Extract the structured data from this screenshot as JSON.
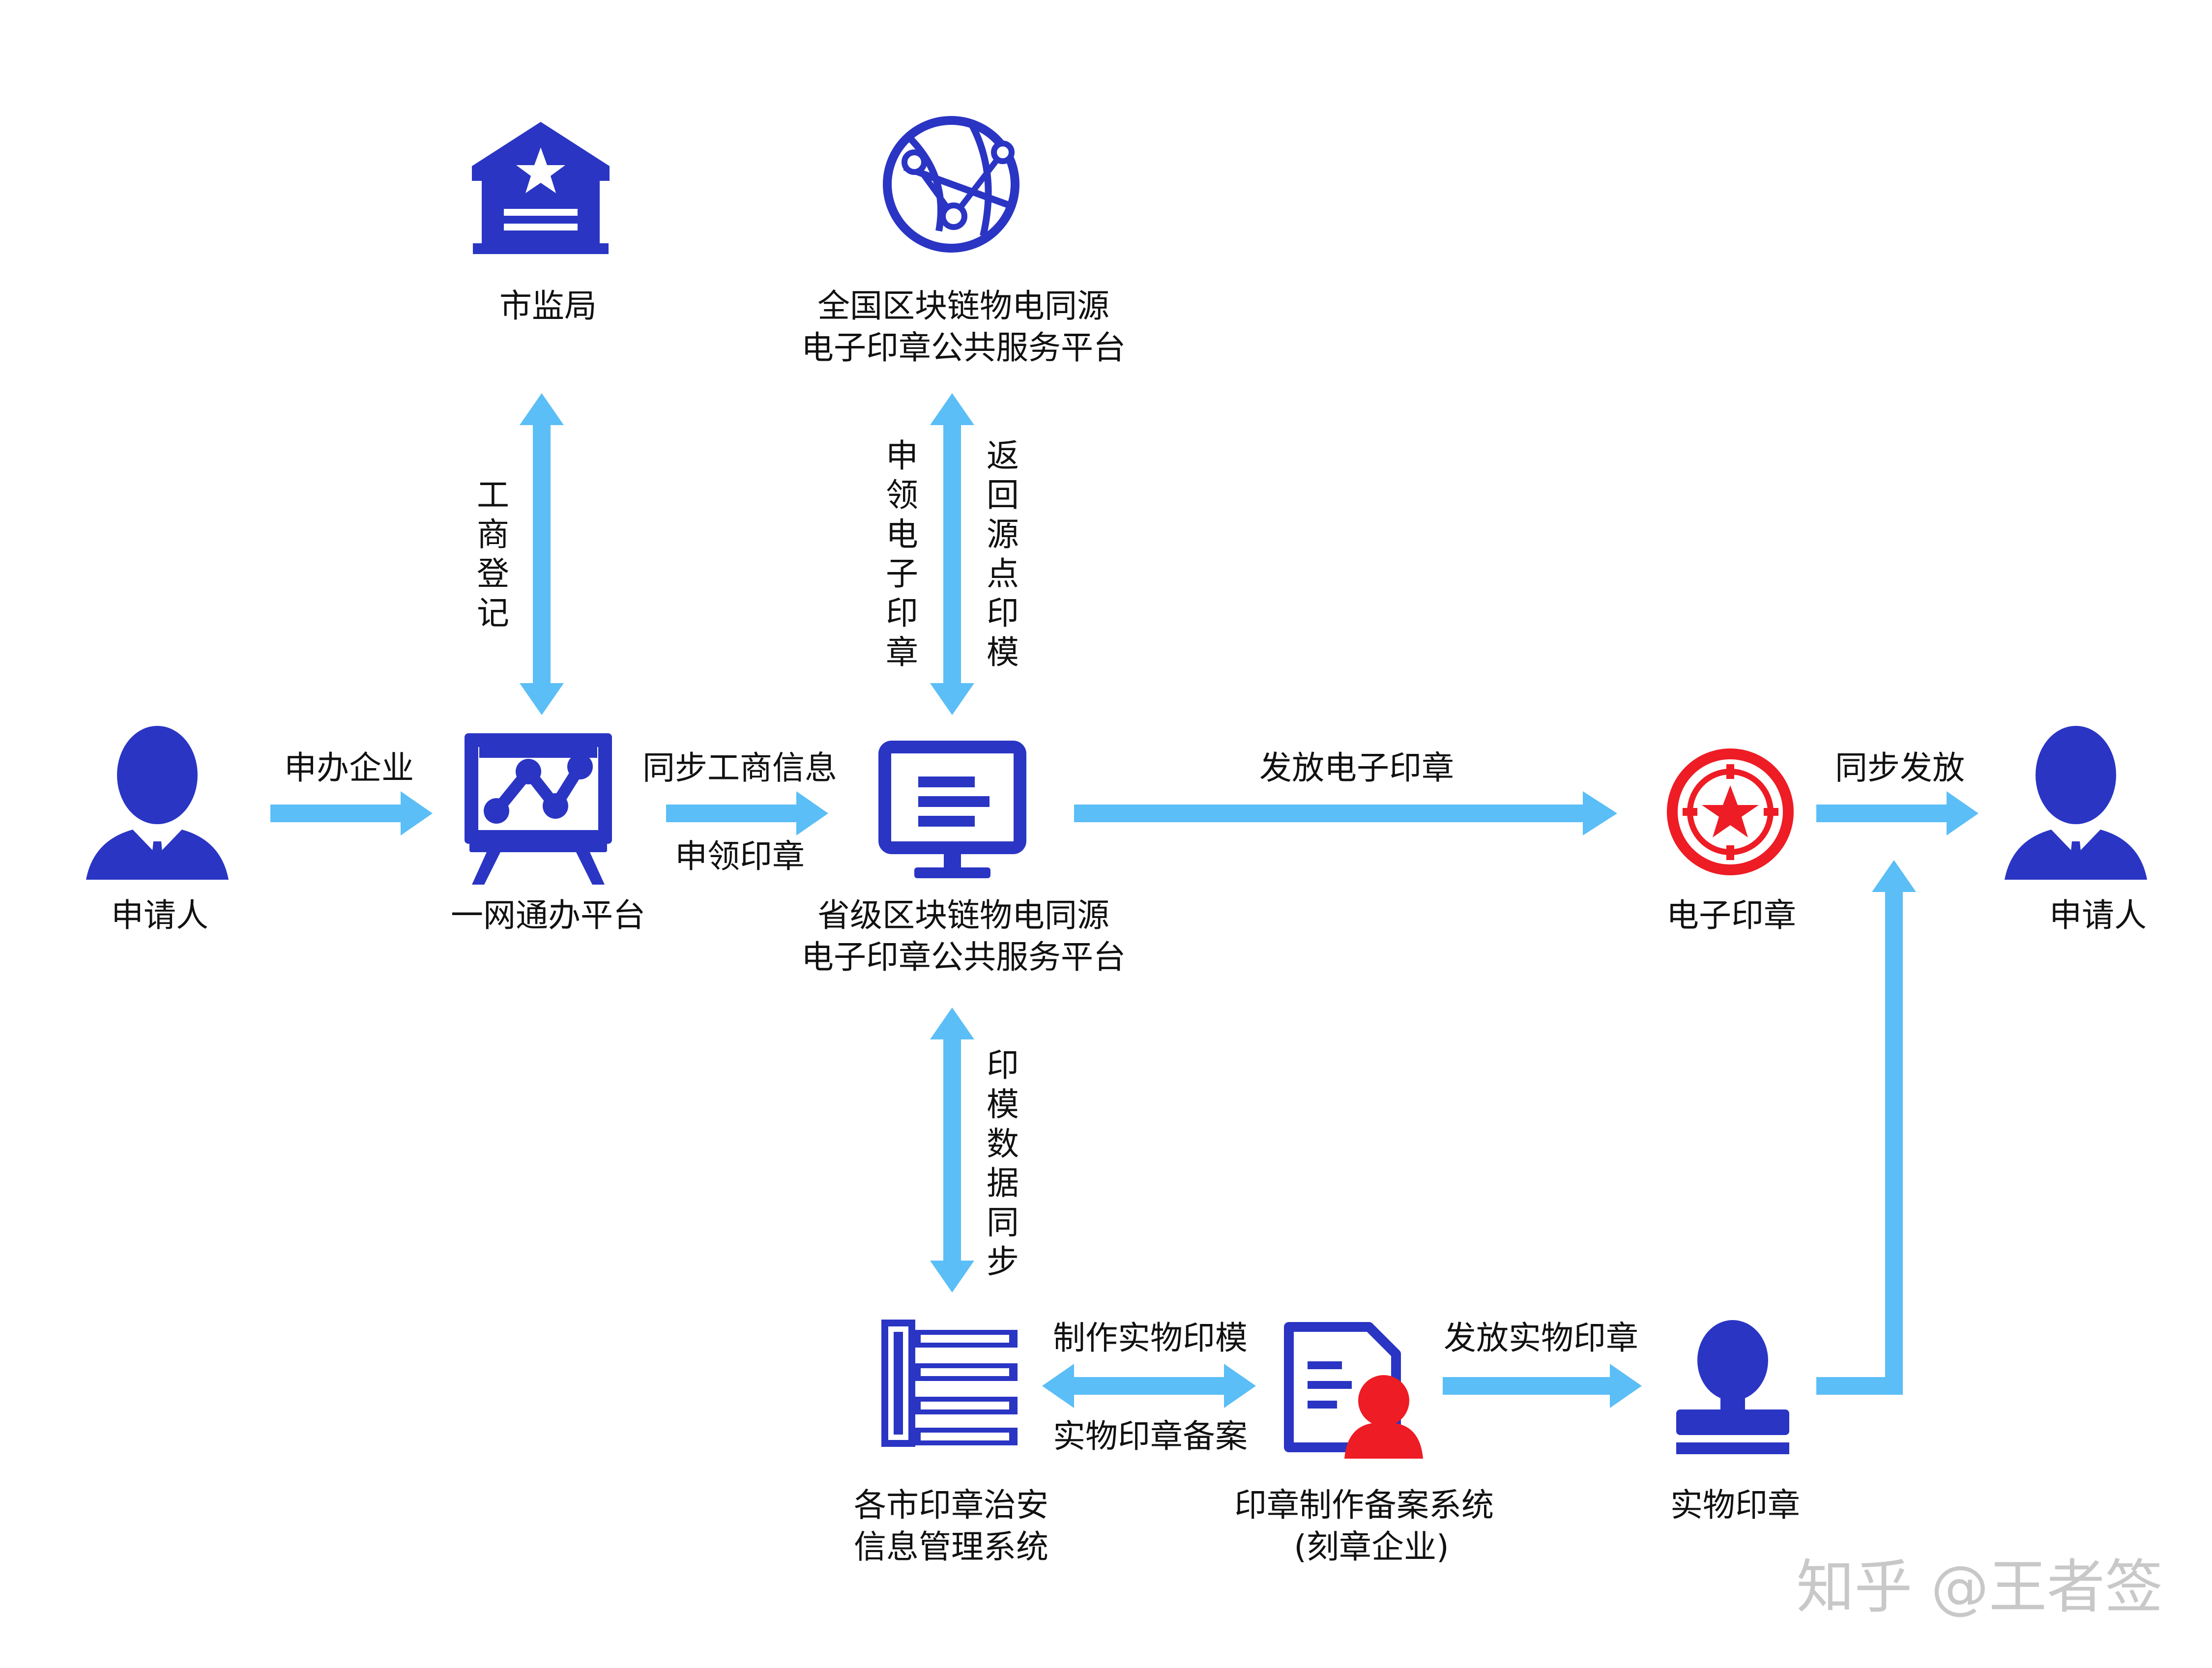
{
  "colors": {
    "icon_blue": "#2a35c4",
    "arrow_blue": "#5bbef6",
    "stamp_red": "#ee1c24"
  },
  "nodes": {
    "applicant_left": {
      "label": "申请人",
      "icon": "person-icon"
    },
    "one_network_platform": {
      "label": "一网通办平台",
      "icon": "presentation-chart-icon"
    },
    "market_bureau": {
      "label": "市监局",
      "icon": "government-building-icon"
    },
    "national_platform": {
      "lines": [
        "全国区块链物电同源",
        "电子印章公共服务平台"
      ],
      "icon": "globe-network-icon"
    },
    "provincial_platform": {
      "lines": [
        "省级区块链物电同源",
        "电子印章公共服务平台"
      ],
      "icon": "monitor-icon"
    },
    "electronic_seal": {
      "label": "电子印章",
      "icon": "red-seal-icon"
    },
    "applicant_right": {
      "label": "申请人",
      "icon": "person-icon"
    },
    "city_seal_system": {
      "lines": [
        "各市印章治安",
        "信息管理系统"
      ],
      "icon": "server-rack-icon"
    },
    "seal_making_system": {
      "lines": [
        "印章制作备案系统",
        "(刻章企业)"
      ],
      "icon": "document-user-icon"
    },
    "physical_seal": {
      "label": "实物印章",
      "icon": "stamp-icon"
    }
  },
  "edges": {
    "apply_enterprise": "申办企业",
    "business_registration": "工商登记",
    "sync_business_info": "同步工商信息",
    "apply_seal": "申领印章",
    "apply_e_seal": "申领电子印章",
    "return_source_mold": "返回源点印模",
    "issue_e_seal": "发放电子印章",
    "sync_issue": "同步发放",
    "mold_data_sync": "印模数据同步",
    "make_physical_mold": "制作实物印模",
    "physical_seal_filing": "实物印章备案",
    "issue_physical_seal": "发放实物印章"
  },
  "watermark": "知乎 @王者签"
}
